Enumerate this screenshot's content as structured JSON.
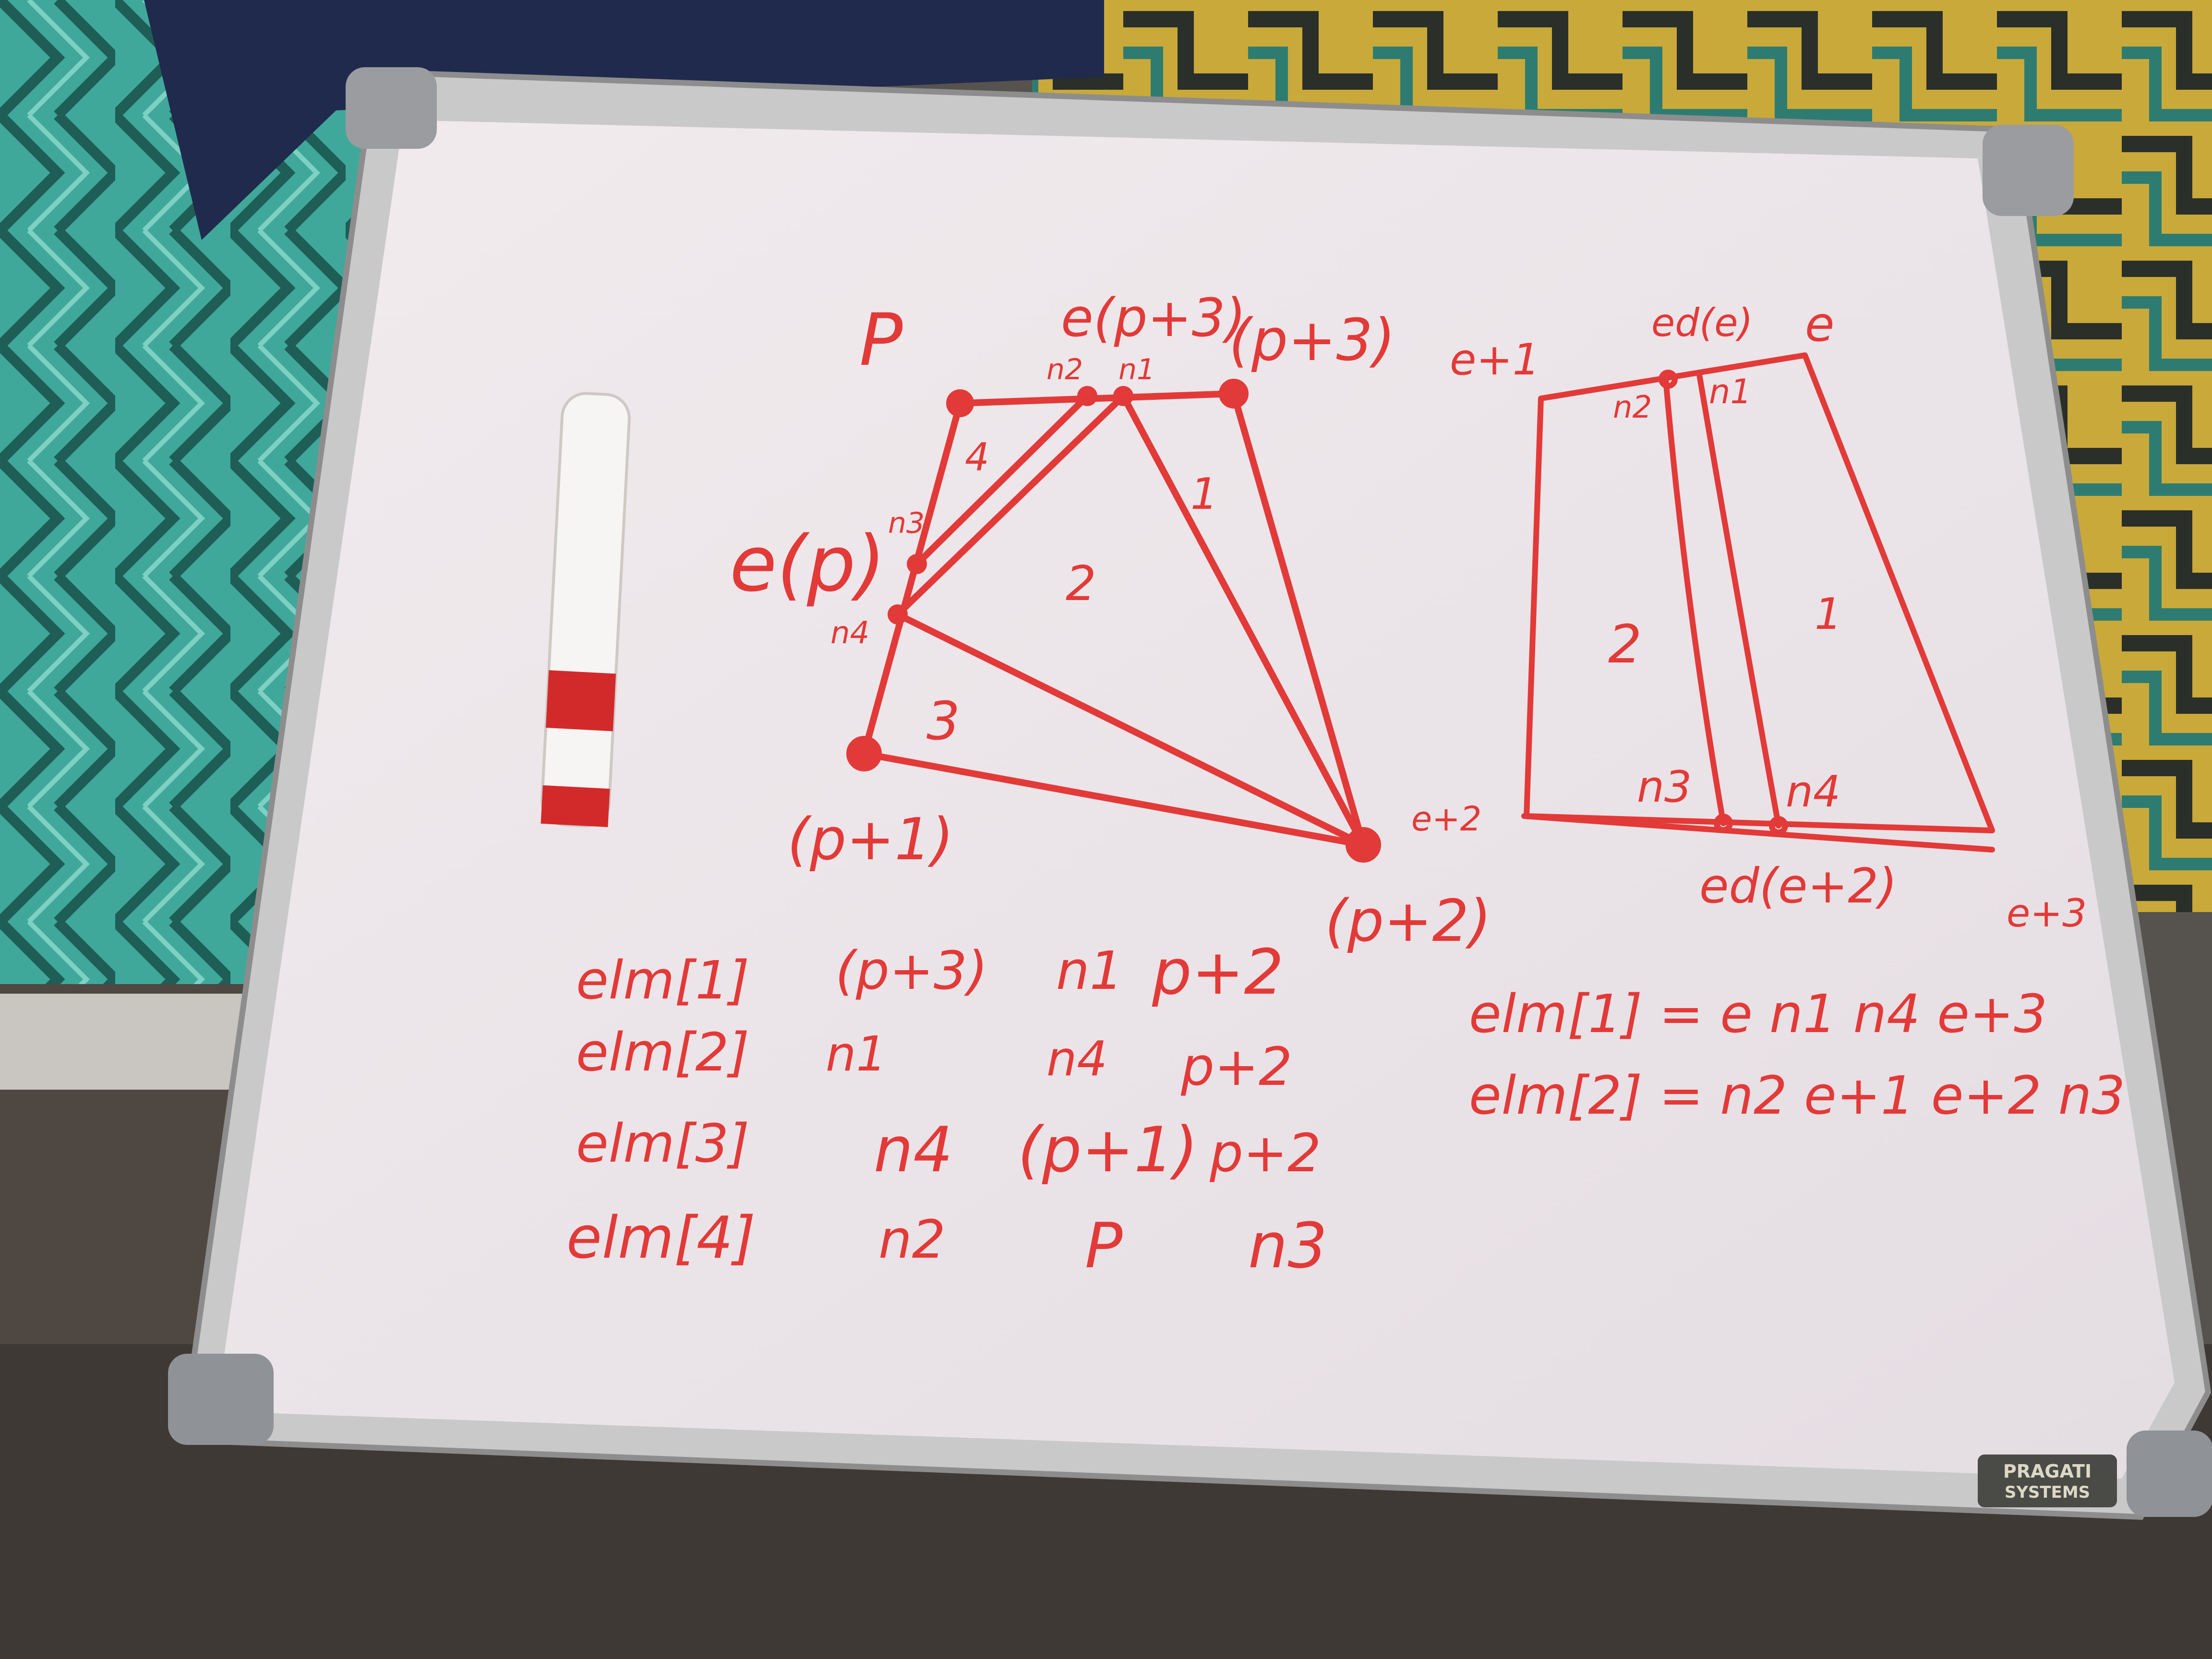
{
  "whiteboard": {
    "brand": {
      "line1": "PRAGATI",
      "line2": "SYSTEMS"
    }
  },
  "diagram_left": {
    "labels": {
      "p": "P",
      "e_p3": "e(p+3)",
      "p3": "(p+3)",
      "n2": "n2",
      "n1": "n1",
      "e_p": "e(p)",
      "n3": "n3",
      "n4": "n4",
      "p1": "(p+1)",
      "p2": "(p+2)",
      "r1": "1",
      "r2": "2",
      "r3": "3",
      "r4": "4"
    }
  },
  "diagram_right": {
    "labels": {
      "e1": "e+1",
      "ed_e": "ed(e)",
      "e": "e",
      "n2": "n2",
      "n1": "n1",
      "r2": "2",
      "r1": "1",
      "n3": "n3",
      "n4": "n4",
      "e2": "e+2",
      "ed_e2": "ed(e+2)",
      "e3": "e+3"
    }
  },
  "table_left": [
    {
      "label": "elm[1]",
      "c1": "(p+3)",
      "c2": "n1",
      "c3": "p+2"
    },
    {
      "label": "elm[2]",
      "c1": "n1",
      "c2": "n4",
      "c3": "p+2"
    },
    {
      "label": "elm[3]",
      "c1": "n4",
      "c2": "(p+1)",
      "c3": "p+2"
    },
    {
      "label": "elm[4]",
      "c1": "n2",
      "c2": "P",
      "c3": "n3"
    }
  ],
  "equations_right": [
    {
      "text": "elm[1] = e  n1 n4 e+3"
    },
    {
      "text": "elm[2] = n2 e+1 e+2 n3"
    }
  ],
  "colors": {
    "marker_ink": "#e23a38",
    "board": "#ece6ea",
    "frame": "#c9c9c9"
  }
}
